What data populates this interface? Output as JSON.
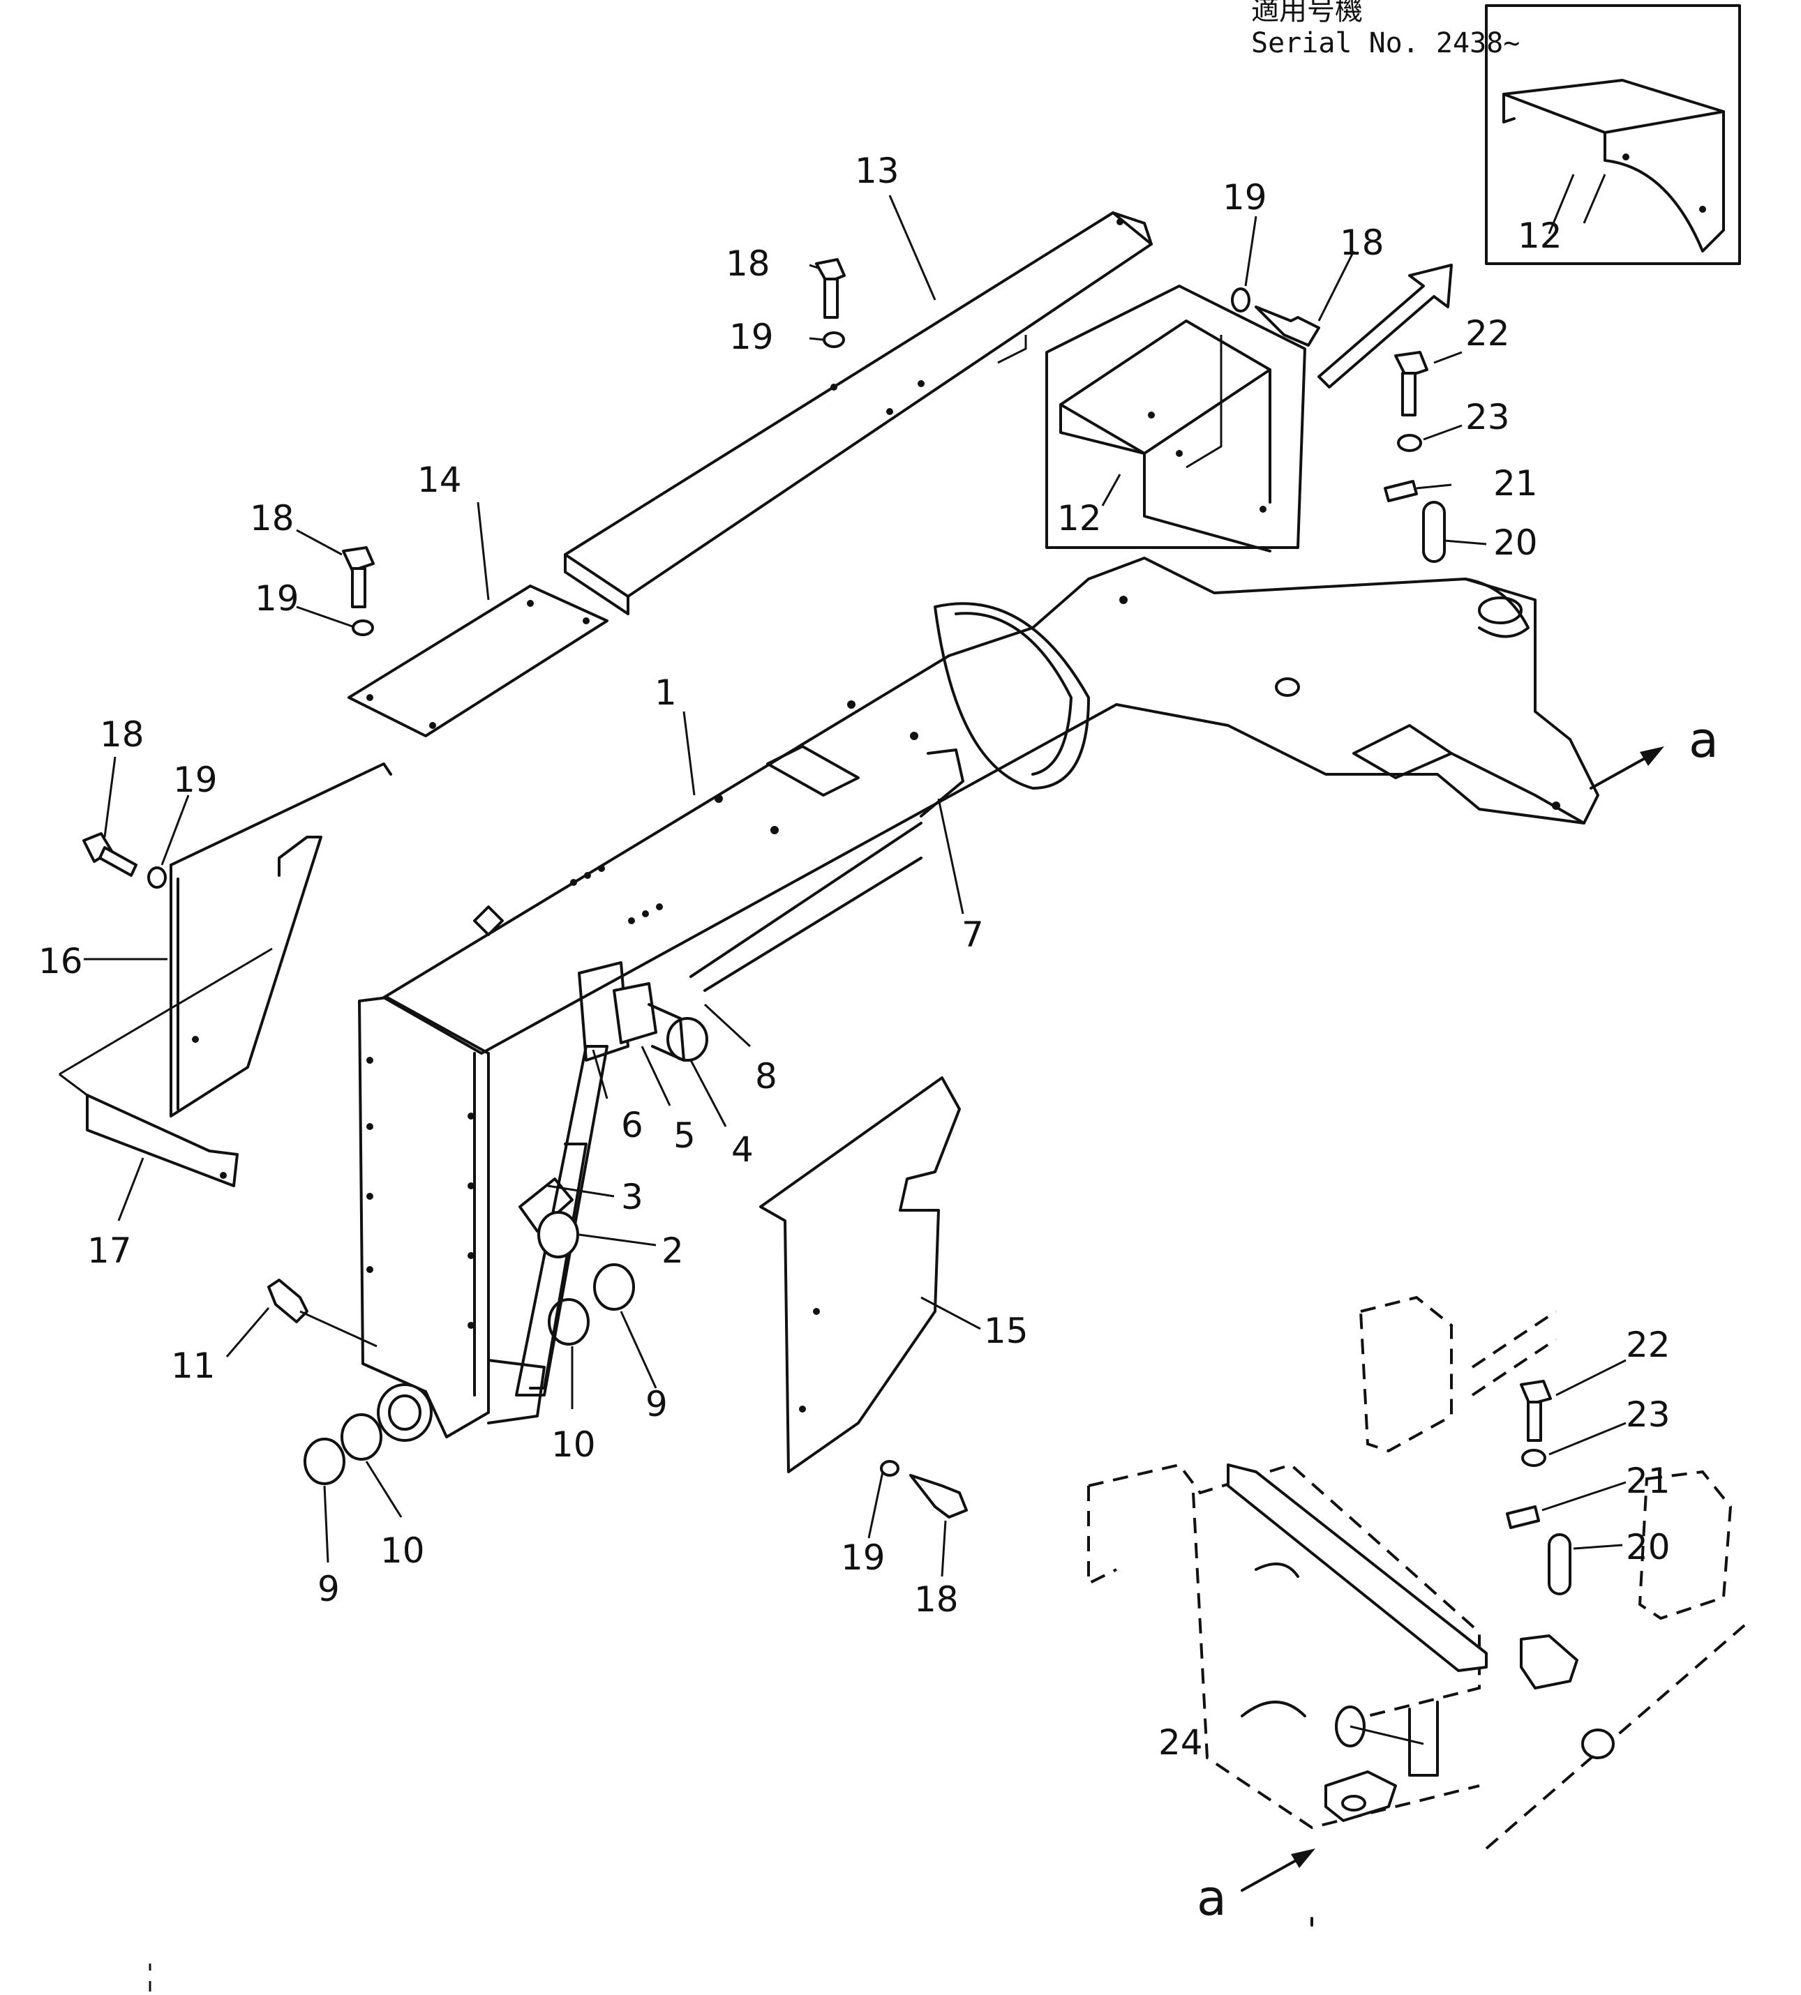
{
  "header": {
    "serial_title": "適用号機",
    "serial_number": "Serial No. 2438~"
  },
  "detail_view_label": "a",
  "callouts": [
    {
      "id": "c1",
      "text": "1"
    },
    {
      "id": "c2",
      "text": "2"
    },
    {
      "id": "c3",
      "text": "3"
    },
    {
      "id": "c4",
      "text": "4"
    },
    {
      "id": "c5",
      "text": "5"
    },
    {
      "id": "c6",
      "text": "6"
    },
    {
      "id": "c7",
      "text": "7"
    },
    {
      "id": "c8",
      "text": "8"
    },
    {
      "id": "c9a",
      "text": "9"
    },
    {
      "id": "c9b",
      "text": "9"
    },
    {
      "id": "c10a",
      "text": "10"
    },
    {
      "id": "c10b",
      "text": "10"
    },
    {
      "id": "c11",
      "text": "11"
    },
    {
      "id": "c12a",
      "text": "12"
    },
    {
      "id": "c12b",
      "text": "12"
    },
    {
      "id": "c13",
      "text": "13"
    },
    {
      "id": "c14",
      "text": "14"
    },
    {
      "id": "c15",
      "text": "15"
    },
    {
      "id": "c16",
      "text": "16"
    },
    {
      "id": "c17",
      "text": "17"
    },
    {
      "id": "c18a",
      "text": "18"
    },
    {
      "id": "c18b",
      "text": "18"
    },
    {
      "id": "c18c",
      "text": "18"
    },
    {
      "id": "c18d",
      "text": "18"
    },
    {
      "id": "c18e",
      "text": "18"
    },
    {
      "id": "c19a",
      "text": "19"
    },
    {
      "id": "c19b",
      "text": "19"
    },
    {
      "id": "c19c",
      "text": "19"
    },
    {
      "id": "c19d",
      "text": "19"
    },
    {
      "id": "c19e",
      "text": "19"
    },
    {
      "id": "c20a",
      "text": "20"
    },
    {
      "id": "c20b",
      "text": "20"
    },
    {
      "id": "c21a",
      "text": "21"
    },
    {
      "id": "c21b",
      "text": "21"
    },
    {
      "id": "c22a",
      "text": "22"
    },
    {
      "id": "c22b",
      "text": "22"
    },
    {
      "id": "c23a",
      "text": "23"
    },
    {
      "id": "c23b",
      "text": "23"
    },
    {
      "id": "c24",
      "text": "24"
    }
  ]
}
